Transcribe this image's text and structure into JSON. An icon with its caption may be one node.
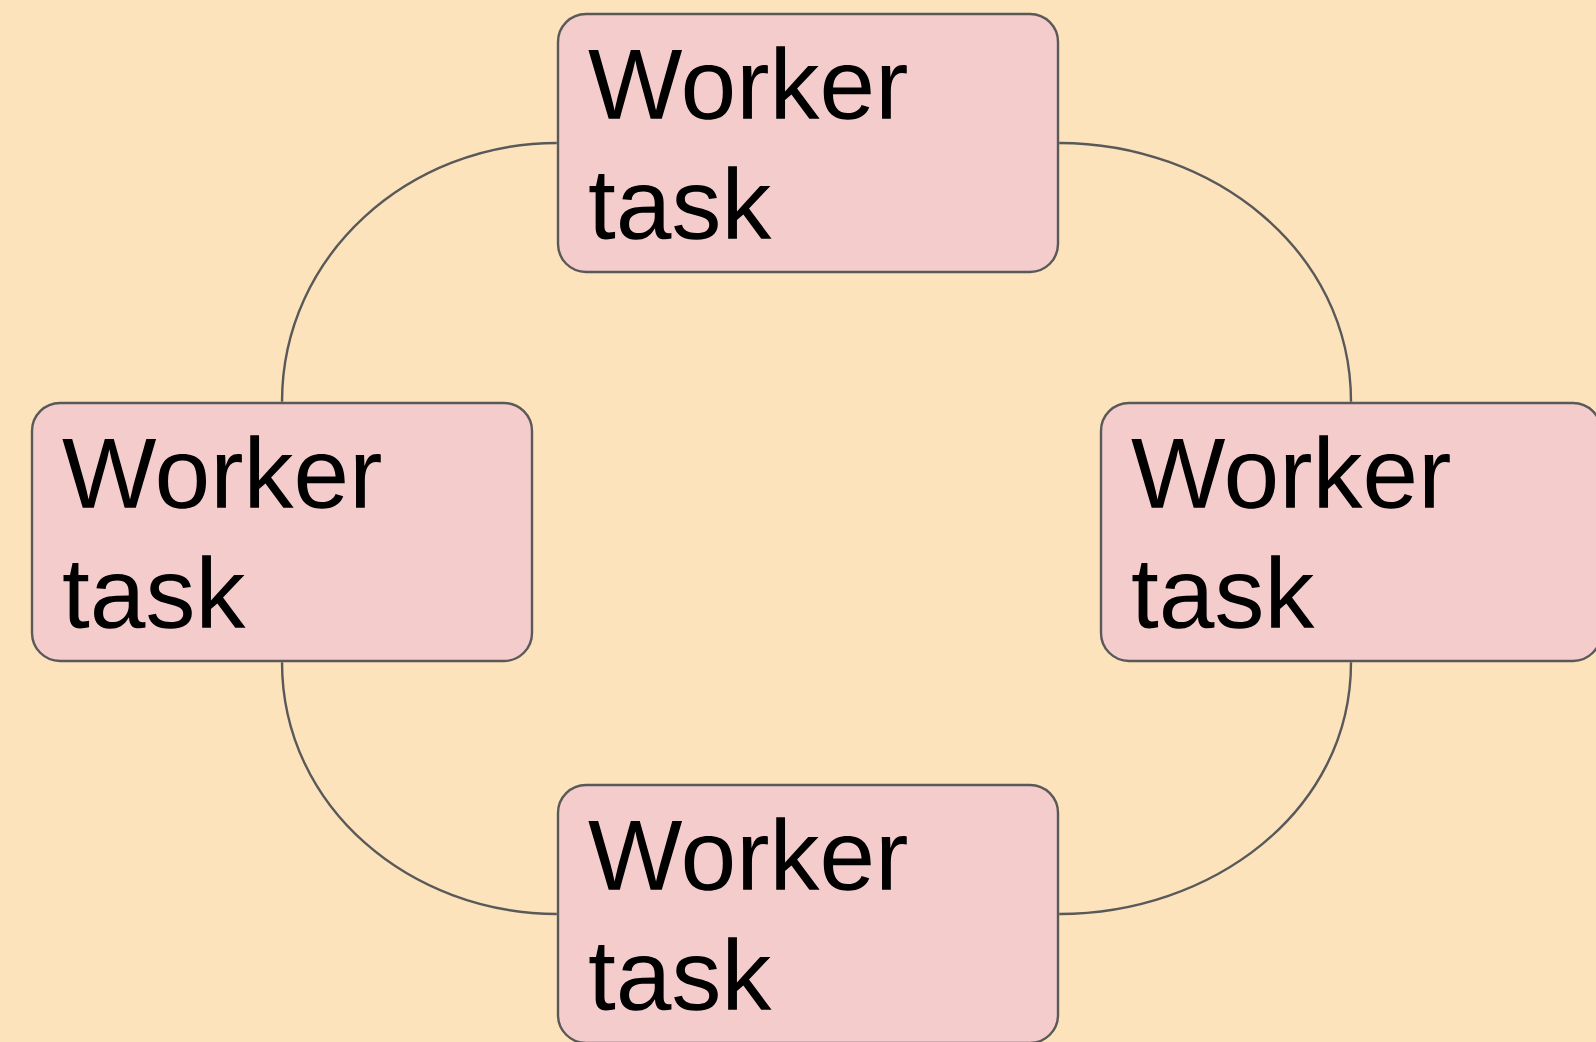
{
  "diagram": {
    "nodes": [
      {
        "text": [
          "Worker task"
        ]
      },
      {
        "text": [
          "Worker task"
        ]
      },
      {
        "text": [
          "Worker task"
        ]
      },
      {
        "text": [
          "Worker task"
        ]
      }
    ],
    "edges": [
      {
        "from": 0,
        "to": 1,
        "arrow": "none"
      },
      {
        "from": 0,
        "to": 2,
        "arrow": "none"
      },
      {
        "from": 2,
        "to": 3,
        "arrow": "none"
      },
      {
        "from": 1,
        "to": 3,
        "arrow": "none"
      }
    ]
  }
}
